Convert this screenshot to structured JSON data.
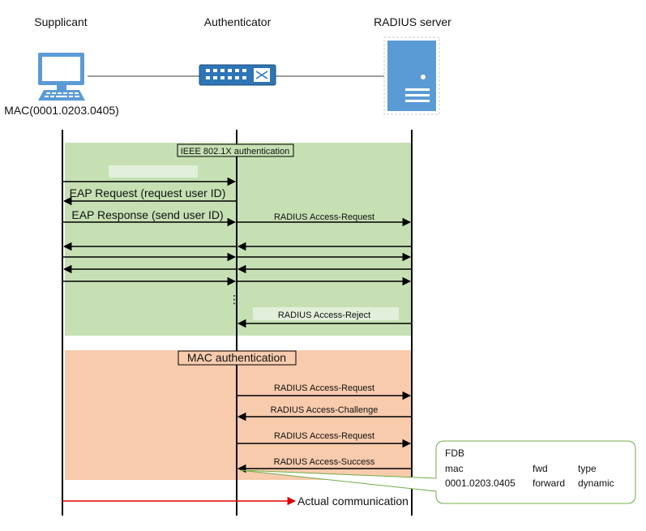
{
  "entities": {
    "supplicant": "Supplicant",
    "authenticator": "Authenticator",
    "radius_server": "RADIUS server",
    "supplicant_mac": "MAC(0001.0203.0405)"
  },
  "ieee_section": {
    "title": "IEEE 802.1X authentication",
    "eap_request": "EAP Request (request user ID)",
    "eap_response": "EAP Response (send user ID)",
    "radius_access_request": "RADIUS Access-Request",
    "ellipsis": "⋮",
    "radius_access_reject": "RADIUS Access-Reject"
  },
  "mac_section": {
    "title": "MAC authentication",
    "access_request_1": "RADIUS Access-Request",
    "access_challenge": "RADIUS Access-Challenge",
    "access_request_2": "RADIUS Access-Request",
    "access_success": "RADIUS Access-Success"
  },
  "fdb_callout": {
    "title": "FDB",
    "headers": [
      "mac",
      "fwd",
      "type"
    ],
    "row": [
      "0001.0203.0405",
      "forward",
      "dynamic"
    ]
  },
  "actual_communication": "Actual communication",
  "colors": {
    "ieee_band": "#c6e0b4",
    "mac_band": "#f8cbad",
    "computer_blue": "#5b9bd5",
    "switch_blue": "#2e75b6",
    "arrow_red": "#e00000",
    "callout_border": "#70ad47"
  }
}
